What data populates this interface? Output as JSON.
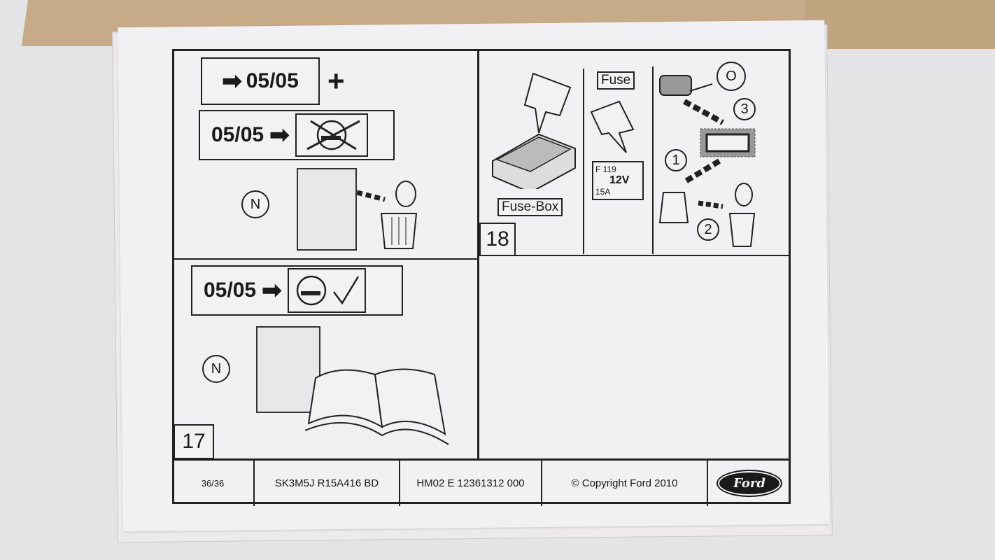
{
  "panel_left_top": {
    "step1": {
      "arrow_icon": "right-arrow-icon",
      "text": "05/05",
      "plus": "+"
    },
    "step2": {
      "text": "05/05",
      "icon": "cigarette-lighter-crossed-icon"
    },
    "callout": "N"
  },
  "panel_left_bottom": {
    "step": {
      "text": "05/05",
      "icon": "cigarette-lighter-check-icon"
    },
    "callout": "N",
    "step_number": "17"
  },
  "panel_right_top": {
    "fuse_box_label": "Fuse-Box",
    "fuse_label": "Fuse",
    "fuse_spec": {
      "id": "F 119",
      "voltage": "12V",
      "amps": "15A"
    },
    "callouts": [
      "O",
      "3",
      "1",
      "2"
    ],
    "step_number": "18"
  },
  "footer": {
    "page": "36/36",
    "part_number": "SK3M5J R15A416 BD",
    "doc_number": "HM02 E 12361312 000",
    "copyright": "© Copyright Ford 2010",
    "logo": "Ford"
  }
}
